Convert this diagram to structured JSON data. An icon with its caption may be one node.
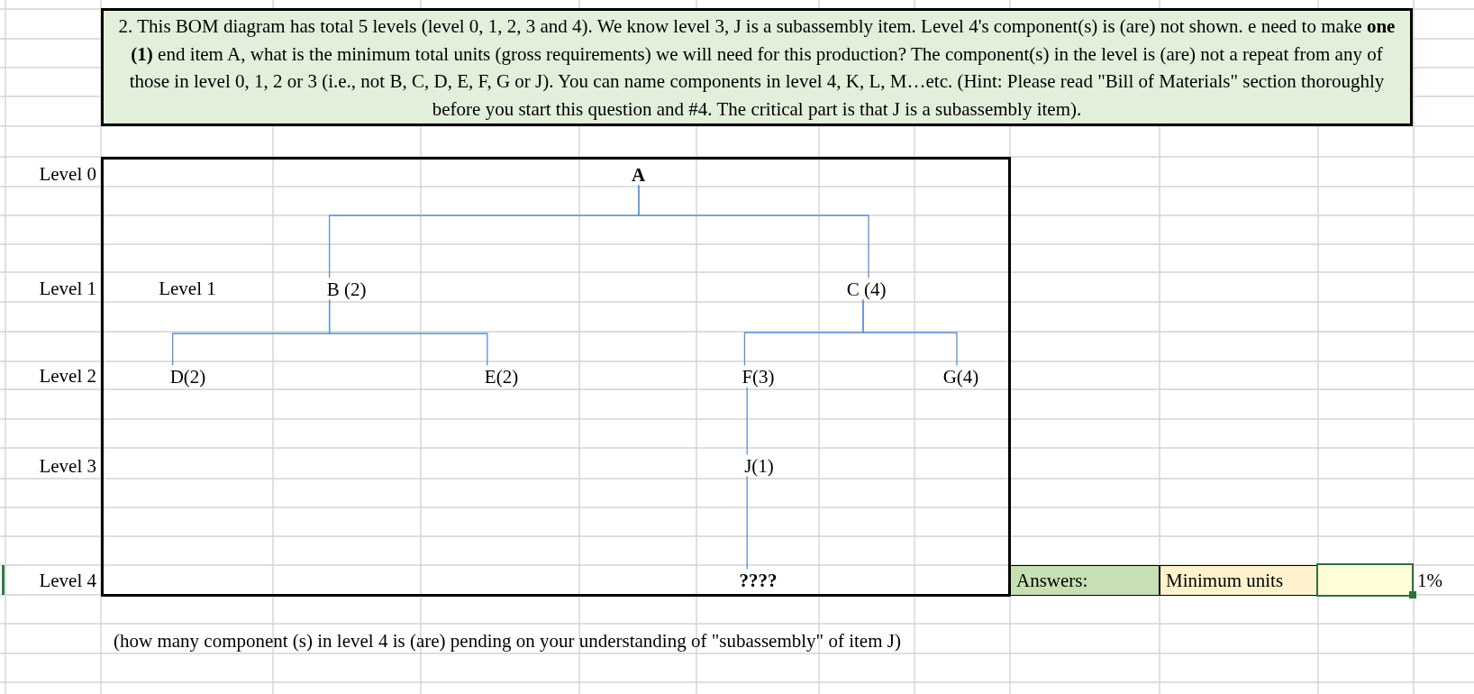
{
  "diagram": {
    "nodes": [
      {
        "text": [
          "2. This BOM diagram has total 5 levels (level 0, 1, 2, 3 and 4). We know level 3, J is a subassembly item. Level 4's component(s) is (are) not shown. e need to make **one (1)** end item A, what is the minimum total units (gross requirements) we will need for this production? The component(s) in the level is (are) not a repeat from any of those in level 0, 1, 2 or 3 (i.e., not B, C, D, E, F, G or J). You can name components in level 4, K, L, M…etc. (Hint: Please read \"Bill of Materials\" section thoroughly before you start this question and #4. The critical part is that J is a subassembly item)."
        ]
      },
      {
        "text": [],
        "shape": "box"
      },
      {
        "text": [
          "A"
        ],
        "in": 1
      },
      {
        "text": [
          "B (2)"
        ],
        "in": 1
      },
      {
        "text": [
          "C (4)"
        ],
        "in": 1
      },
      {
        "text": [
          "D(2)"
        ],
        "in": 1
      },
      {
        "text": [
          "E(2)"
        ],
        "in": 1
      },
      {
        "text": [
          "F(3)"
        ],
        "in": 1
      },
      {
        "text": [
          "G(4)"
        ],
        "in": 1
      },
      {
        "text": [
          "J(1)"
        ],
        "in": 1
      },
      {
        "text": [
          "????"
        ],
        "in": 1
      },
      {
        "text": [
          "Answers:"
        ]
      },
      {
        "text": [
          "Minimum units"
        ]
      },
      {
        "text": [],
        "shape": "box",
        "beside": [
          "1%"
        ]
      }
    ],
    "edges": [
      {
        "from": 2,
        "to": 3,
        "arrow": "none"
      },
      {
        "from": 2,
        "to": 4,
        "arrow": "none"
      },
      {
        "from": 3,
        "to": 5,
        "arrow": "none"
      },
      {
        "from": 3,
        "to": 6,
        "arrow": "none"
      },
      {
        "from": 4,
        "to": 7,
        "arrow": "none"
      },
      {
        "from": 4,
        "to": 8,
        "arrow": "none"
      },
      {
        "from": 7,
        "to": 9,
        "arrow": "none"
      },
      {
        "from": 9,
        "to": 10,
        "arrow": "none"
      }
    ],
    "labels": [
      "Level 0",
      "Level 1",
      "Level 1",
      "Level 2",
      "Level 3",
      "Level 4",
      "(how many component (s) in level 4 is (are) pending on your understanding of \"subassembly\" of item J)"
    ]
  }
}
